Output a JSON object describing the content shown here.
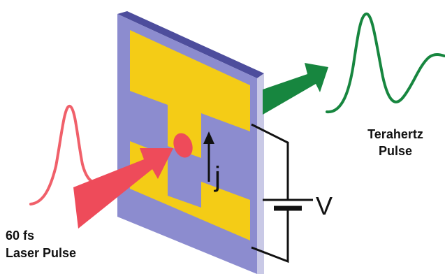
{
  "labels": {
    "laser_line1": "60 fs",
    "laser_line2": "Laser Pulse",
    "thz_line1": "Terahertz",
    "thz_line2": "Pulse",
    "current": "j",
    "voltage": "V"
  },
  "colors": {
    "substrate_face": "#8c8ccf",
    "substrate_top": "#4d4d9c",
    "substrate_side": "#c9c9e6",
    "electrode": "#f4cc16",
    "laser": "#ee4b5a",
    "laser_pulse": "#f0606a",
    "terahertz": "#17863f",
    "wire": "#111111"
  }
}
